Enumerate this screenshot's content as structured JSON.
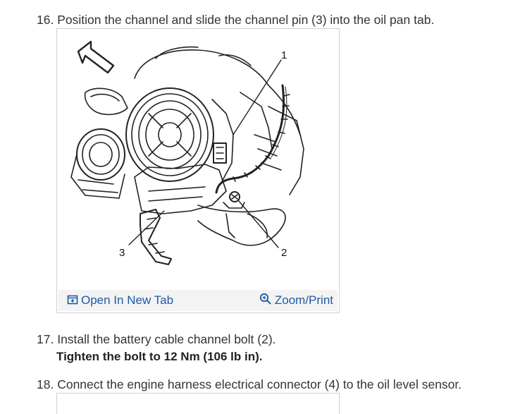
{
  "steps": [
    {
      "number": "16.",
      "text": "Position the channel and slide the channel pin (3) into the oil pan tab."
    },
    {
      "number": "17.",
      "text": "Install the battery cable channel bolt (2)."
    },
    {
      "number": "18.",
      "text": "Connect the engine harness electrical connector (4) to the oil level sensor."
    }
  ],
  "torque_spec": "Tighten the bolt to 12 Nm (106 lb in).",
  "figure": {
    "callouts": [
      "1",
      "2",
      "3"
    ],
    "open_label": "Open In New Tab",
    "zoom_label": "Zoom/Print",
    "link_color": "#1f5aa6",
    "icons": [
      "open-in-new-tab-icon",
      "zoom-icon"
    ]
  }
}
